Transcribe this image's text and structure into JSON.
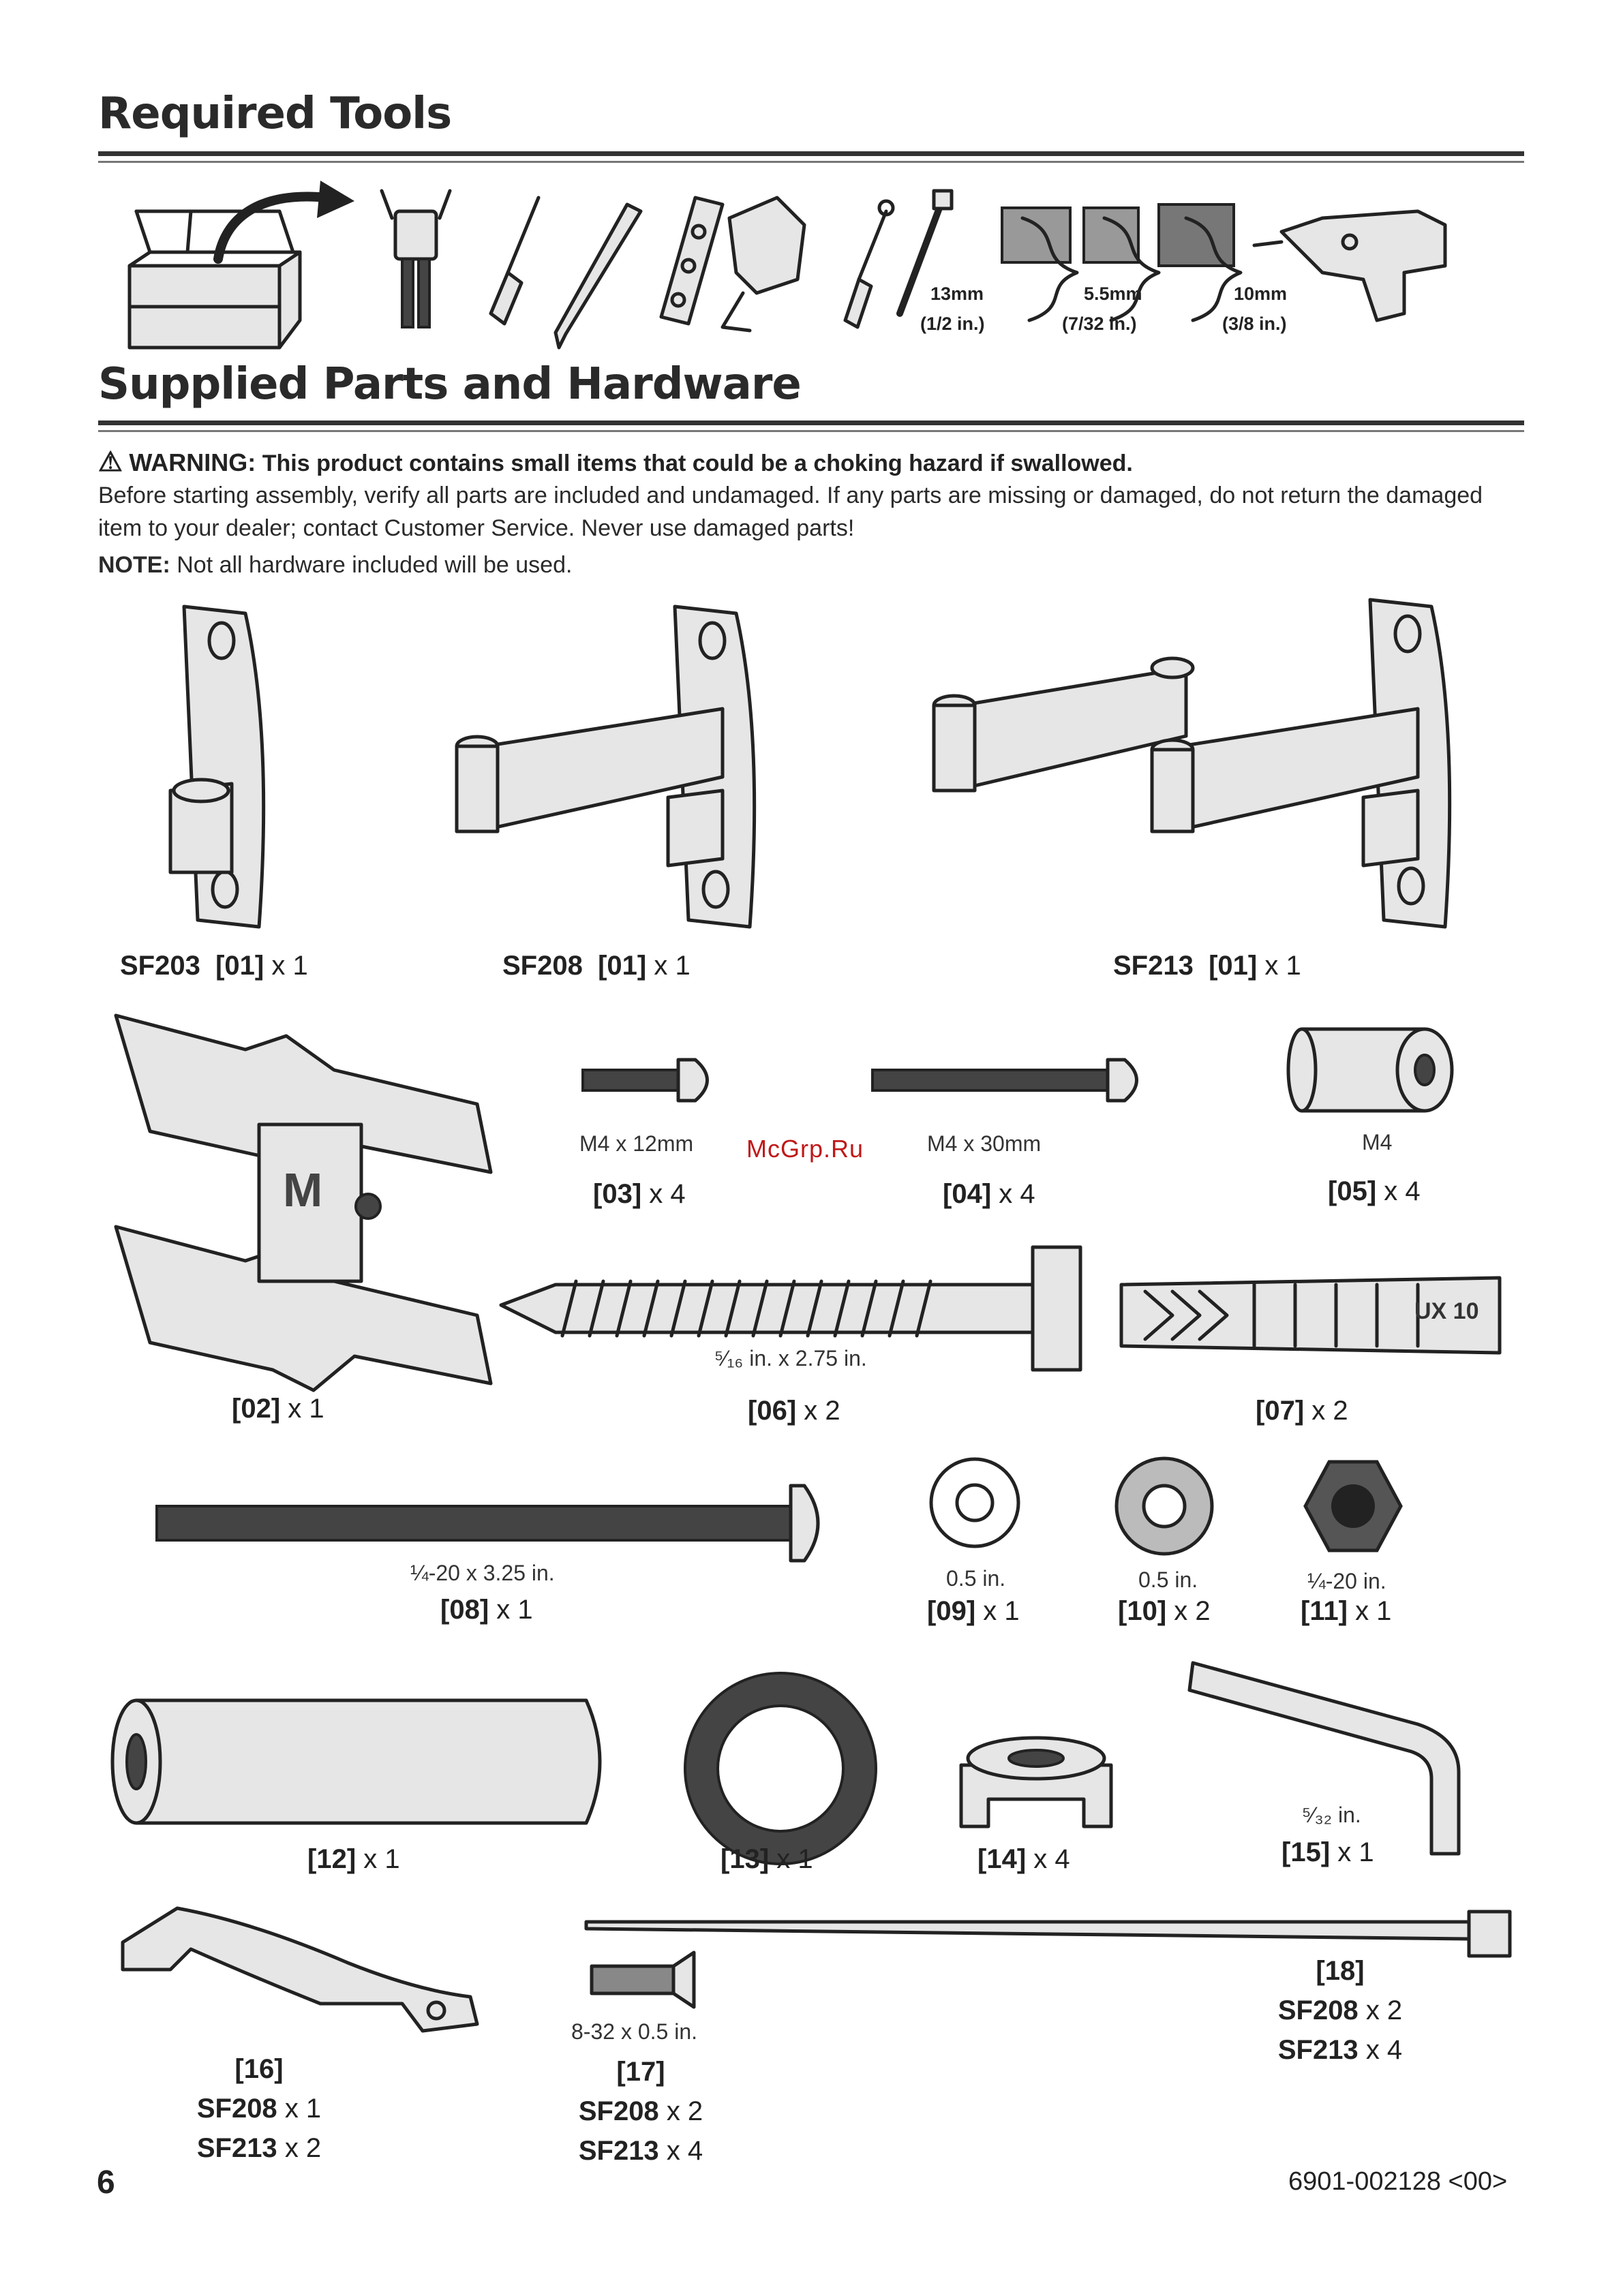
{
  "sections": {
    "tools_title": "Required Tools",
    "parts_title": "Supplied Parts and Hardware"
  },
  "tools": {
    "bit1_size": "13mm",
    "bit1_imperial": "(1/2 in.)",
    "bit2_size": "5.5mm",
    "bit2_imperial": "(7/32 in.)",
    "bit3_size": "10mm",
    "bit3_imperial": "(3/8 in.)"
  },
  "warning": {
    "label": "WARNING:",
    "text": "This product contains small items that could be a choking hazard if swallowed.",
    "paragraph": "Before starting assembly, verify all parts are included and undamaged.  If any parts are missing or damaged, do not return the damaged item to your dealer; contact  Customer Service.  Never use damaged parts!",
    "note_label": "NOTE:",
    "note_text": "Not all hardware included will be used."
  },
  "watermark": "McGrp.Ru",
  "parts": {
    "sf203": {
      "model": "SF203",
      "id": "[01]",
      "qty": "x 1"
    },
    "sf208": {
      "model": "SF208",
      "id": "[01]",
      "qty": "x 1"
    },
    "sf213": {
      "model": "SF213",
      "id": "[01]",
      "qty": "x 1"
    },
    "p02": {
      "id": "[02]",
      "qty": "x 1"
    },
    "p03": {
      "spec": "M4 x 12mm",
      "id": "[03]",
      "qty": "x 4"
    },
    "p04": {
      "spec": "M4 x 30mm",
      "id": "[04]",
      "qty": "x 4"
    },
    "p05": {
      "spec": "M4",
      "id": "[05]",
      "qty": "x 4"
    },
    "p06": {
      "spec": "⁵⁄₁₆ in. x 2.75 in.",
      "id": "[06]",
      "qty": "x 2"
    },
    "p07": {
      "stamp": "UX 10",
      "id": "[07]",
      "qty": "x 2"
    },
    "p08": {
      "spec": "¼-20 x 3.25 in.",
      "id": "[08]",
      "qty": "x 1"
    },
    "p09": {
      "spec": "0.5 in.",
      "id": "[09]",
      "qty": "x 1"
    },
    "p10": {
      "spec": "0.5 in.",
      "id": "[10]",
      "qty": "x 2"
    },
    "p11": {
      "spec": "¼-20 in.",
      "id": "[11]",
      "qty": "x 1"
    },
    "p12": {
      "id": "[12]",
      "qty": "x 1"
    },
    "p13": {
      "id": "[13]",
      "qty": "x 1"
    },
    "p14": {
      "id": "[14]",
      "qty": "x 4"
    },
    "p15": {
      "spec": "⁵⁄₃₂ in.",
      "id": "[15]",
      "qty": "x 1"
    },
    "p16": {
      "id": "[16]",
      "m1": "SF208",
      "q1": "x 1",
      "m2": "SF213",
      "q2": "x 2"
    },
    "p17": {
      "spec": "8-32 x 0.5 in.",
      "id": "[17]",
      "m1": "SF208",
      "q1": "x 2",
      "m2": "SF213",
      "q2": "x 4"
    },
    "p18": {
      "id": "[18]",
      "m1": "SF208",
      "q1": "x 2",
      "m2": "SF213",
      "q2": "x 4"
    }
  },
  "footer": {
    "page": "6",
    "code": "6901-002128 <00>"
  }
}
